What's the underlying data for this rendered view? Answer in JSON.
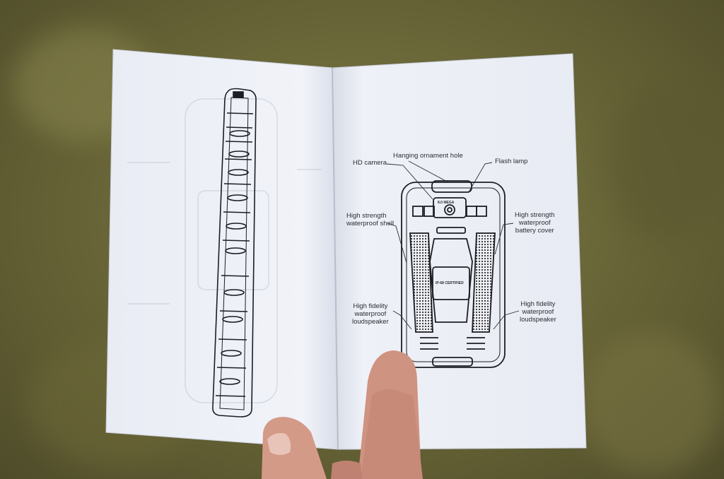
{
  "callouts": {
    "hanging_hole": "Hanging ornament hole",
    "hd_camera": "HD camera",
    "flash_lamp": "Flash lamp",
    "shell_left": [
      "High strength",
      "waterproof shell"
    ],
    "battery_cover": [
      "High strength",
      "waterproof",
      "battery cover"
    ],
    "speaker_left": [
      "High fidelity",
      "waterproof",
      "loudspeaker"
    ],
    "speaker_right": [
      "High fidelity",
      "waterproof",
      "loudspeaker"
    ]
  },
  "phone_markings": {
    "camera_badge": "8.0 MEGA",
    "certification": "IP-68 CERTIFIED"
  }
}
